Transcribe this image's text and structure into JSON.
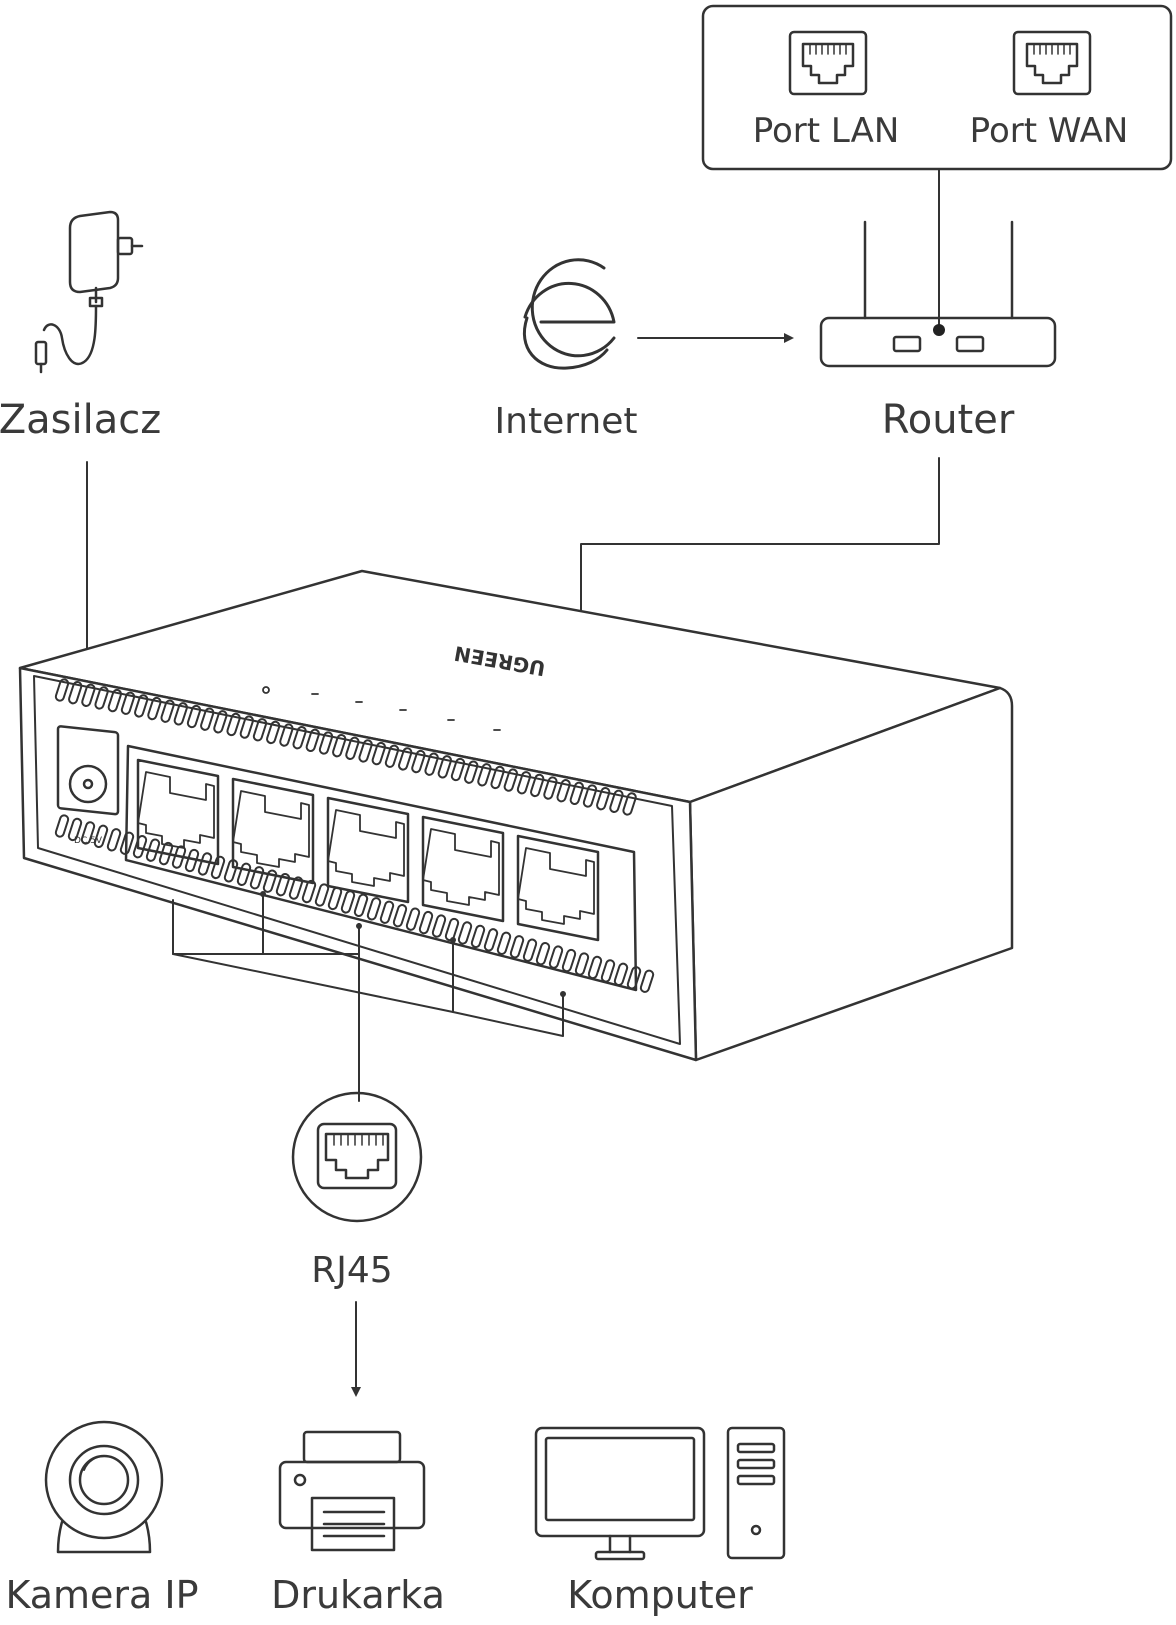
{
  "labels": {
    "port_lan": "Port LAN",
    "port_wan": "Port WAN",
    "power_adapter": "Zasilacz",
    "internet": "Internet",
    "internet_glyph": "e",
    "router": "Router",
    "rj45": "RJ45",
    "ip_camera": "Kamera IP",
    "printer": "Drukarka",
    "computer": "Komputer",
    "switch_brand": "UGREEN",
    "dc_label": "DC 5V"
  },
  "colors": {
    "stroke": "#333333",
    "text": "#3a3a3a",
    "background": "#ffffff"
  },
  "icons": [
    "power-adapter-icon",
    "internet-explorer-icon",
    "router-icon",
    "rj45-port-icon",
    "ip-camera-icon",
    "printer-icon",
    "computer-icon",
    "network-switch-icon"
  ]
}
